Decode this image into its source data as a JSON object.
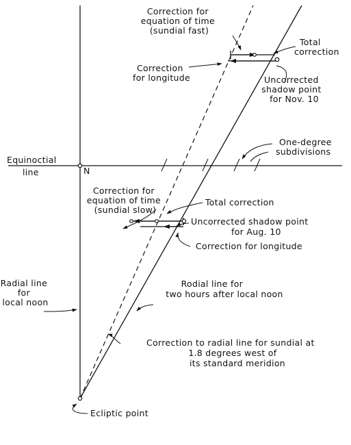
{
  "labels": {
    "eot_fast": [
      "Correction for",
      "equation of time",
      "(sundial fast)"
    ],
    "total_top": [
      "Total",
      "correction"
    ],
    "long_top": [
      "Correction",
      "for longitude"
    ],
    "uncorr_nov": [
      "Uncorrected",
      "shadow point",
      "for Nov. 10"
    ],
    "equinoctial": [
      "Equinoctial",
      "line"
    ],
    "north": "N",
    "one_degree": [
      "One-degree",
      "subdivisions"
    ],
    "eot_slow": [
      "Correction for",
      "equation of time",
      "(sundial slow)"
    ],
    "total_mid": "Total correction",
    "uncorr_aug": [
      "Uncorrected shadow point",
      "for Aug. 10"
    ],
    "long_mid": "Correction for longitude",
    "radial_noon": [
      "Radial line",
      "for",
      "local noon"
    ],
    "radial_two": [
      "Rodial line for",
      "two hours after local noon"
    ],
    "correction_radial": [
      "Correction to radial line for sundial at",
      "1.8 degrees west of",
      "its standard meridion"
    ],
    "ecliptic": "Ecliptic point"
  }
}
